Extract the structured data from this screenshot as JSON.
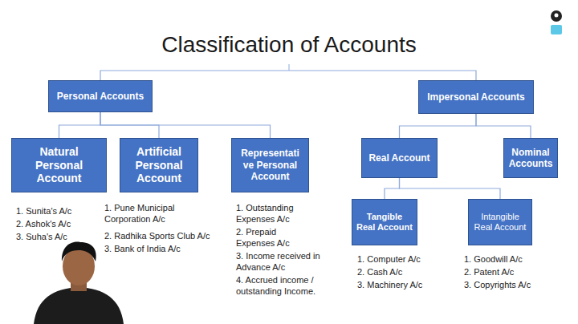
{
  "diagram": {
    "title": "Classification of Accounts",
    "nodes": [
      {
        "text": [
          "Personal Accounts"
        ]
      },
      {
        "text": [
          "Impersonal Accounts"
        ]
      },
      {
        "text": [
          "Natural Personal Account"
        ]
      },
      {
        "text": [
          "Artificial Personal Account"
        ]
      },
      {
        "text": [
          "Representati ve Personal Account"
        ]
      },
      {
        "text": [
          "Real Account"
        ]
      },
      {
        "text": [
          "Nominal Accounts"
        ]
      },
      {
        "text": [
          "Tangible Real Account"
        ]
      },
      {
        "text": [
          "Intangible Real Account"
        ]
      }
    ],
    "edges": [
      {
        "from": 0,
        "to": 1,
        "arrow": "none"
      },
      {
        "from": 0,
        "to": 2,
        "arrow": "none"
      },
      {
        "from": 0,
        "to": 3,
        "arrow": "none"
      },
      {
        "from": 0,
        "to": 4,
        "arrow": "none"
      },
      {
        "from": 1,
        "to": 5,
        "arrow": "none"
      },
      {
        "from": 1,
        "to": 6,
        "arrow": "none"
      },
      {
        "from": 5,
        "to": 7,
        "arrow": "none"
      },
      {
        "from": 5,
        "to": 8,
        "arrow": "none"
      }
    ],
    "labels": [
      "1. Sunita's A/c",
      "2. Ashok's A/c",
      "3. Suha's A/c",
      "1. Pune Municipal Corporation A/c",
      "2. Radhika Sports Club A/c",
      "3. Bank of India A/c",
      "1. Outstanding Expenses A/c",
      "2. Prepaid Expenses A/c",
      "3. Income received in Advance A/c",
      "4. Accrued income / outstanding Income.",
      "1. Computer A/c",
      "2. Cash A/c",
      "3. Machinery A/c",
      "1. Goodwill A/c",
      "2. Patent A/c",
      "3. Copyrights A/c"
    ]
  }
}
